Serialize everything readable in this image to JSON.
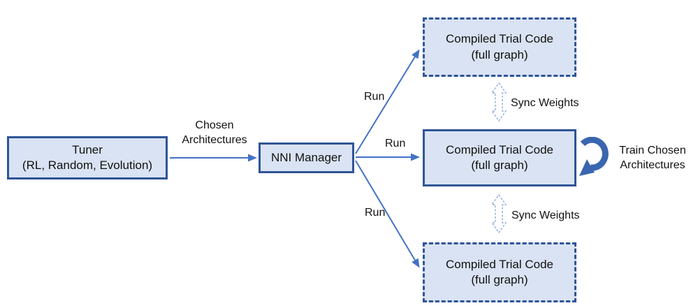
{
  "diagram": {
    "colors": {
      "background": "#ffffff",
      "box_fill": "#dae3f3",
      "box_border": "#2f5597",
      "arrow": "#4472c4",
      "sync_arrow": "#8faadc",
      "train_arrow": "#3a66b0",
      "text": "#111111"
    },
    "nodes": {
      "tuner": {
        "line1": "Tuner",
        "line2": "(RL, Random, Evolution)"
      },
      "nni_manager": {
        "label": "NNI Manager"
      },
      "trial_top": {
        "line1": "Compiled Trial Code",
        "line2": "(full graph)"
      },
      "trial_middle": {
        "line1": "Compiled Trial Code",
        "line2": "(full graph)"
      },
      "trial_bottom": {
        "line1": "Compiled Trial Code",
        "line2": "(full graph)"
      }
    },
    "edge_labels": {
      "chosen_line1": "Chosen",
      "chosen_line2": "Architectures",
      "run_top": "Run",
      "run_middle": "Run",
      "run_bottom": "Run",
      "sync_top": "Sync Weights",
      "sync_bottom": "Sync Weights",
      "train_line1": "Train Chosen",
      "train_line2": "Architectures"
    }
  }
}
